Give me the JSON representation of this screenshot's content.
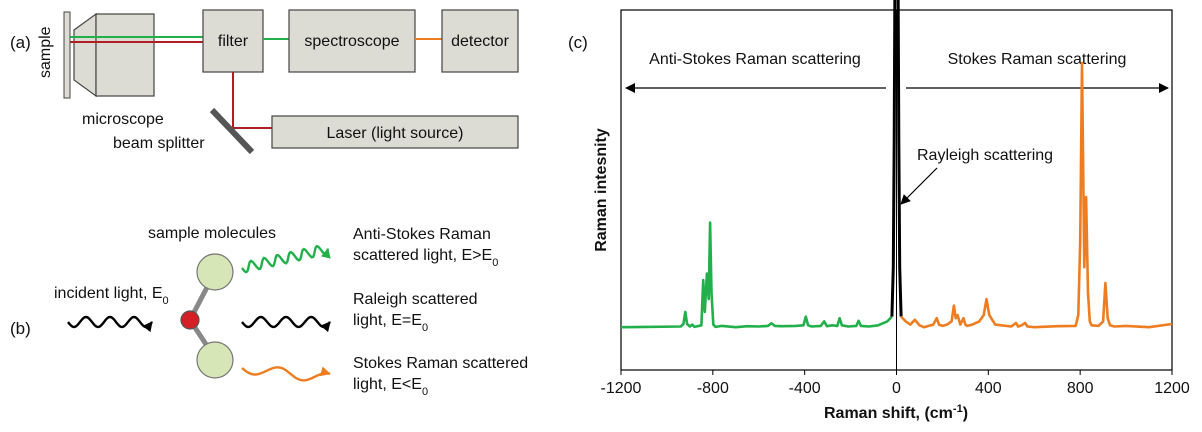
{
  "panel_a": {
    "label": "(a)",
    "sample": "sample",
    "microscope": "microscope",
    "filter": "filter",
    "spectroscope": "spectroscope",
    "detector": "detector",
    "beam_splitter": "beam splitter",
    "laser": "Laser (light source)"
  },
  "panel_b": {
    "label": "(b)",
    "sample_molecules": "sample molecules",
    "incident": {
      "line1": "incident light, E",
      "sub": "0"
    },
    "anti_stokes": {
      "line1": "Anti-Stokes Raman",
      "line2": "scattered light, E>E",
      "sub": "0"
    },
    "rayleigh": {
      "line1": "Raleigh scattered",
      "line2": "light, E=E",
      "sub": "0"
    },
    "stokes": {
      "line1": "Stokes Raman scattered",
      "line2": "light, E<E",
      "sub": "0"
    }
  },
  "colors": {
    "anti_stokes": "#22b04b",
    "stokes": "#ee7d21",
    "rayleigh": "#000000",
    "laser_path": "#b01e23",
    "molecule": "#d6e6b6",
    "atom": "#d32027"
  },
  "chart_data": {
    "type": "line",
    "panel_label": "(c)",
    "xlabel": "Raman shift, (cm",
    "xlabel_sup": "-1",
    "xlabel_end": ")",
    "ylabel": "Raman intesnity",
    "xlim": [
      -1200,
      1200
    ],
    "ylim": [
      0,
      1
    ],
    "y_ticks_shown": false,
    "grid": false,
    "x_ticks": [
      -1200,
      -800,
      -400,
      0,
      400,
      800,
      1200
    ],
    "x_tick_labels": [
      "-1200",
      "-800",
      "-400",
      "0",
      "400",
      "800",
      "1200"
    ],
    "annotations": {
      "anti_stokes": "Anti-Stokes Raman scattering",
      "stokes": "Stokes Raman scattering",
      "rayleigh": "Rayleigh scattering"
    },
    "series": [
      {
        "key": "anti_stokes",
        "color": "#22b04b",
        "x": [
          -1200,
          -940,
          -928,
          -920,
          -912,
          -900,
          -890,
          -880,
          -850,
          -842,
          -835,
          -826,
          -818,
          -812,
          -806,
          -798,
          -788,
          -760,
          -700,
          -650,
          -600,
          -560,
          -545,
          -530,
          -500,
          -440,
          -405,
          -395,
          -385,
          -370,
          -330,
          -315,
          -303,
          -280,
          -258,
          -248,
          -238,
          -210,
          -175,
          -165,
          -155,
          -120,
          -80,
          -40,
          -20
        ],
        "y": [
          0.012,
          0.014,
          0.022,
          0.06,
          0.022,
          0.014,
          0.02,
          0.013,
          0.018,
          0.16,
          0.06,
          0.18,
          0.1,
          0.34,
          0.12,
          0.02,
          0.013,
          0.016,
          0.012,
          0.015,
          0.014,
          0.016,
          0.024,
          0.016,
          0.015,
          0.016,
          0.018,
          0.045,
          0.018,
          0.014,
          0.016,
          0.03,
          0.015,
          0.018,
          0.016,
          0.04,
          0.018,
          0.014,
          0.016,
          0.032,
          0.016,
          0.014,
          0.018,
          0.03,
          0.045
        ]
      },
      {
        "key": "rayleigh",
        "color": "#000000",
        "x": [
          -20,
          -14,
          -10,
          -7,
          -5,
          5,
          7,
          10,
          14,
          20
        ],
        "y": [
          0.045,
          0.2,
          0.6,
          1.1,
          1.1,
          1.1,
          1.1,
          0.6,
          0.2,
          0.045
        ]
      },
      {
        "key": "stokes",
        "color": "#ee7d21",
        "x": [
          20,
          40,
          60,
          80,
          100,
          120,
          140,
          160,
          175,
          185,
          200,
          220,
          240,
          250,
          258,
          266,
          278,
          292,
          300,
          308,
          330,
          360,
          380,
          392,
          404,
          430,
          500,
          520,
          530,
          545,
          560,
          570,
          600,
          700,
          780,
          792,
          800,
          808,
          818,
          826,
          834,
          842,
          850,
          880,
          900,
          910,
          920,
          930,
          950,
          1000,
          1100,
          1200
        ],
        "y": [
          0.045,
          0.03,
          0.02,
          0.035,
          0.018,
          0.012,
          0.016,
          0.02,
          0.04,
          0.02,
          0.016,
          0.02,
          0.03,
          0.08,
          0.04,
          0.05,
          0.02,
          0.04,
          0.02,
          0.016,
          0.02,
          0.03,
          0.05,
          0.1,
          0.05,
          0.02,
          0.014,
          0.025,
          0.014,
          0.018,
          0.025,
          0.014,
          0.012,
          0.015,
          0.016,
          0.05,
          0.28,
          0.84,
          0.2,
          0.42,
          0.12,
          0.03,
          0.018,
          0.016,
          0.03,
          0.15,
          0.04,
          0.018,
          0.014,
          0.016,
          0.012,
          0.022
        ]
      }
    ]
  }
}
